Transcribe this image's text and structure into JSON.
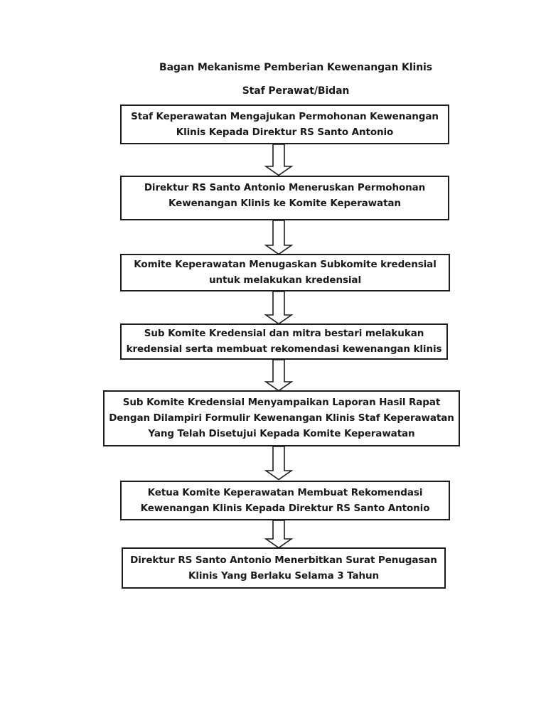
{
  "page": {
    "background": "#ffffff",
    "text_color": "#1a1a1a",
    "box_border_color": "#1c1c1c",
    "box_fill_color": "#ffffff"
  },
  "header": {
    "title": "Bagan Mekanisme Pemberian Kewenangan Klinis",
    "subtitle": "Staf Perawat/Bidan"
  },
  "flowchart": {
    "direction": "top-to-bottom",
    "connector": "hollow-block-down-arrow",
    "steps": [
      {
        "text": "Staf Keperawatan Mengajukan Permohonan Kewenangan Klinis Kepada Direktur RS Santo Antonio",
        "lines": [
          "Staf Keperawatan Mengajukan Permohonan Kewenangan",
          "Klinis Kepada Direktur RS Santo Antonio"
        ]
      },
      {
        "text": "Direktur RS Santo Antonio Meneruskan Permohonan Kewenangan Klinis ke Komite Keperawatan",
        "lines": [
          "Direktur RS Santo Antonio Meneruskan Permohonan",
          "Kewenangan Klinis ke Komite Keperawatan"
        ]
      },
      {
        "text": "Komite Keperawatan Menugaskan Subkomite kredensial untuk melakukan kredensial",
        "lines": [
          "Komite Keperawatan Menugaskan Subkomite kredensial",
          "untuk melakukan kredensial"
        ]
      },
      {
        "text": "Sub Komite Kredensial dan mitra bestari melakukan kredensial serta membuat rekomendasi kewenangan klinis",
        "lines": [
          "Sub Komite Kredensial dan mitra bestari melakukan",
          "kredensial serta membuat rekomendasi kewenangan klinis"
        ]
      },
      {
        "text": "Sub Komite Kredensial Menyampaikan Laporan Hasil Rapat Dengan Dilampiri Formulir Kewenangan Klinis Staf Keperawatan Yang Telah Disetujui Kepada Komite Keperawatan",
        "lines": [
          "Sub Komite Kredensial Menyampaikan Laporan Hasil Rapat",
          "Dengan Dilampiri Formulir Kewenangan Klinis Staf Keperawatan",
          "Yang Telah Disetujui Kepada Komite Keperawatan"
        ]
      },
      {
        "text": "Ketua Komite Keperawatan Membuat Rekomendasi Kewenangan Klinis Kepada Direktur RS Santo Antonio",
        "lines": [
          "Ketua Komite Keperawatan Membuat Rekomendasi",
          "Kewenangan Klinis Kepada Direktur RS Santo Antonio"
        ]
      },
      {
        "text": "Direktur RS Santo Antonio Menerbitkan Surat Penugasan Klinis Yang Berlaku Selama 3 Tahun",
        "lines": [
          "Direktur RS Santo Antonio Menerbitkan Surat Penugasan",
          "Klinis Yang Berlaku Selama 3 Tahun"
        ]
      }
    ]
  }
}
